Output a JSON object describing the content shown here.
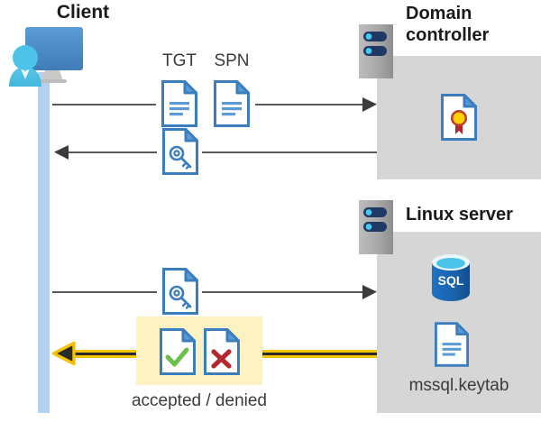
{
  "diagram": {
    "title": "Kerberos authentication flow between Client, Domain controller and Linux server",
    "colors": {
      "panel_gray": "#d6d6d6",
      "lifeline_blue": "#b4d2f0",
      "highlight_yellow": "#fdf2c2",
      "arrow_yellow": "#f5c400",
      "arrow_dark": "#2b2b2b",
      "line_gray": "#595959",
      "doc_blue": "#3a7ebf",
      "accent_check_green": "#6cbf4b",
      "accent_x_red": "#b3282d",
      "sql_blue": "#1b6ec2",
      "server_navy": "#1f3864",
      "server_dot": "#49c7ef"
    }
  },
  "actors": {
    "client": {
      "label": "Client",
      "icon": "user-monitor-icon"
    },
    "domain_controller": {
      "label": "Domain\ncontroller",
      "label_line1": "Domain",
      "label_line2": "controller",
      "server_icon": "server-rack-icon",
      "contents": [
        {
          "name": "certificate-document-icon",
          "label": ""
        }
      ]
    },
    "linux_server": {
      "label": "Linux server",
      "server_icon": "server-rack-icon",
      "contents": [
        {
          "name": "sql-database-icon",
          "label": "SQL"
        },
        {
          "name": "keytab-document-icon",
          "label": "mssql.keytab"
        }
      ]
    }
  },
  "messages": [
    {
      "id": "msg-1",
      "direction": "client-to-dc",
      "style": "gray-arrow",
      "icons": [
        {
          "name": "tgt-document-icon",
          "label": "TGT"
        },
        {
          "name": "spn-document-icon",
          "label": "SPN"
        }
      ]
    },
    {
      "id": "msg-2",
      "direction": "dc-to-client",
      "style": "gray-arrow",
      "icons": [
        {
          "name": "ticket-key-document-icon",
          "label": ""
        }
      ]
    },
    {
      "id": "msg-3",
      "direction": "client-to-linux",
      "style": "gray-arrow",
      "icons": [
        {
          "name": "ticket-key-document-icon",
          "label": ""
        }
      ]
    },
    {
      "id": "msg-4",
      "direction": "linux-to-client",
      "style": "yellow-arrow",
      "caption": "accepted / denied",
      "icons": [
        {
          "name": "accepted-document-icon",
          "label": ""
        },
        {
          "name": "denied-document-icon",
          "label": ""
        }
      ]
    }
  ],
  "labels": {
    "tgt": "TGT",
    "spn": "SPN",
    "accepted_denied": "accepted / denied",
    "mssql_keytab": "mssql.keytab",
    "sql": "SQL"
  }
}
